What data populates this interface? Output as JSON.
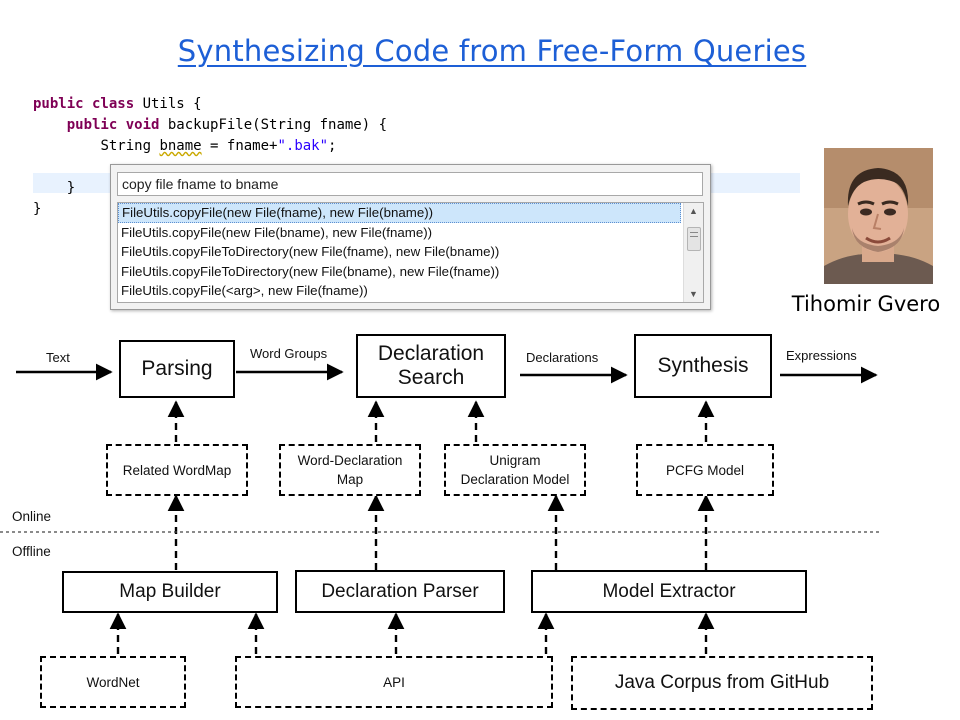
{
  "title": "Synthesizing Code from Free-Form Queries",
  "code": {
    "l1_kw": "public class ",
    "l1_rest": "Utils {",
    "l2_kw": "public void ",
    "l2_rest": "backupFile(String fname) {",
    "l3_pre": "String ",
    "l3_var": "bname",
    "l3_mid": " = fname+",
    "l3_str": "\".bak\"",
    "l3_end": ";",
    "l4": "}",
    "l5": "}"
  },
  "popup": {
    "query": "copy file fname to bname",
    "suggestions": [
      "FileUtils.copyFile(new File(fname), new File(bname))",
      "FileUtils.copyFile(new File(bname), new File(fname))",
      "FileUtils.copyFileToDirectory(new File(fname), new File(bname))",
      "FileUtils.copyFileToDirectory(new File(bname), new File(fname))",
      "FileUtils.copyFile(<arg>, new File(fname))"
    ]
  },
  "person": {
    "name": "Tihomir Gvero"
  },
  "diagram": {
    "input_label": "Text",
    "output_label": "Expressions",
    "edge_word_groups": "Word Groups",
    "edge_declarations": "Declarations",
    "stages": [
      "Parsing",
      "Declaration Search",
      "Synthesis"
    ],
    "models": [
      "Related WordMap",
      "Word-Declaration Map",
      "Unigram Declaration Model",
      "PCFG Model"
    ],
    "builders": [
      "Map Builder",
      "Declaration Parser",
      "Model Extractor"
    ],
    "sources": [
      "WordNet",
      "API",
      "Java Corpus from GitHub"
    ],
    "zone_online": "Online",
    "zone_offline": "Offline"
  }
}
